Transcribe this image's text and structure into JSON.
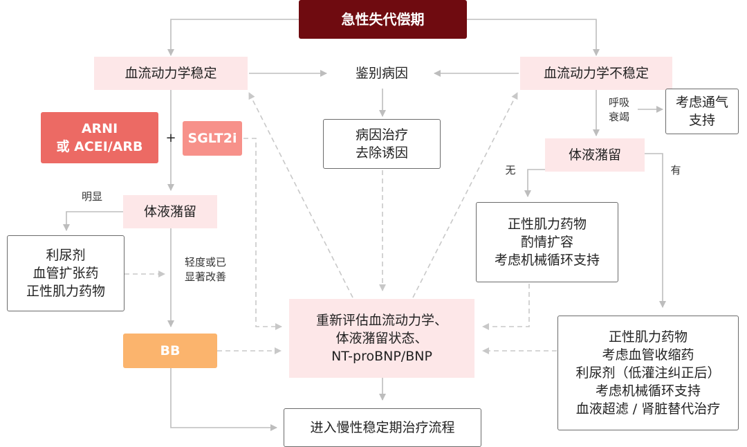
{
  "nodes": {
    "acute": "急性失代偿期",
    "stable": "血流动力学稳定",
    "identify": "鉴别病因",
    "unstable": "血流动力学不稳定",
    "resp_failure": "呼吸\n衰竭",
    "ventilation": "考虑通气\n支持",
    "arni": "ARNI\n或 ACEI/ARB",
    "plus": "+",
    "sglt2i": "SGLT2i",
    "etiology_tx": "病因治疗\n去除诱因",
    "fluid_right": "体液潴留",
    "no": "无",
    "yes": "有",
    "obvious": "明显",
    "fluid_left": "体液潴留",
    "inotrope_box": "正性肌力药物\n酌情扩容\n考虑机械循环支持",
    "diuretic_box": "利尿剂\n血管扩张药\n正性肌力药物",
    "improved": "轻度或已\n显著改善",
    "reassess": "重新评估血流动力学、\n体液潴留状态、\nNT-proBNP/BNP",
    "bb": "BB",
    "complex_box": "正性肌力药物\n考虑血管收缩药\n利尿剂（低灌注纠正后）\n考虑机械循环支持\n血液超滤 / 肾脏替代治疗",
    "chronic": "进入慢性稳定期治疗流程"
  },
  "colors": {
    "acute_fill": "#6f0b10",
    "arni_fill": "#ec6a64",
    "sglt2i_fill": "#f7918a",
    "bb_fill": "#fbb46d",
    "pink_fill": "#fde7e8",
    "line": "#bdbdbd",
    "dashed_line": "#c8c8c8"
  }
}
